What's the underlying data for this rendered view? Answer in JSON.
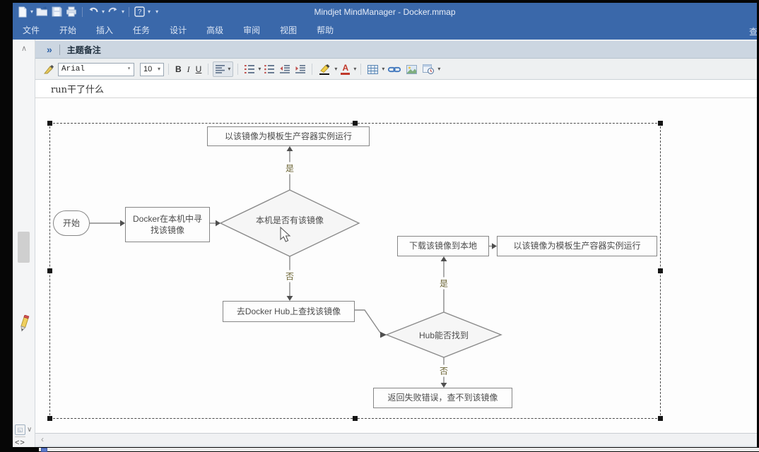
{
  "window_title": "Mindjet MindManager - Docker.mmap",
  "menu": {
    "items": [
      "文件",
      "开始",
      "插入",
      "任务",
      "设计",
      "高级",
      "审阅",
      "视图",
      "帮助"
    ],
    "clipped_right_item": "查"
  },
  "notes": {
    "panel_title": "主题备注",
    "collapse_glyph": "»",
    "note_title": "run干了什么",
    "toolbar": {
      "font_name": "Arial",
      "font_size": "10",
      "bold": "B",
      "italic": "I",
      "underline": "U",
      "color_letter": "A",
      "dropdown_glyph": "▾"
    }
  },
  "icons": {
    "help_glyph": "?",
    "up_chevron": "∧",
    "down_chevron": "∨",
    "left_scroll_glyph": "‹",
    "angle_pair": "<>",
    "corner_glyph": "◱"
  },
  "flowchart": {
    "start": "开始",
    "find_local": "Docker在本机中寻找该镜像",
    "has_image": "本机是否有该镜像",
    "run_instance_top": "以该镜像为模板生产容器实例运行",
    "go_hub": "去Docker Hub上查找该镜像",
    "hub_found": "Hub能否找到",
    "download": "下载该镜像到本地",
    "run_instance_right": "以该镜像为模板生产容器实例运行",
    "fail": "返回失败错误，查不到该镜像",
    "yes": "是",
    "no": "否"
  },
  "colors": {
    "titlebar_blue": "#3a68aa",
    "notes_header_bg": "#ccd6e1",
    "toolbar_bg": "#eef0f1",
    "canvas_white": "#fdfdfd",
    "flow_line_gray": "#8a8a8a",
    "edge_label_olive": "#6b6434",
    "accent_blue": "#2e62a8"
  }
}
